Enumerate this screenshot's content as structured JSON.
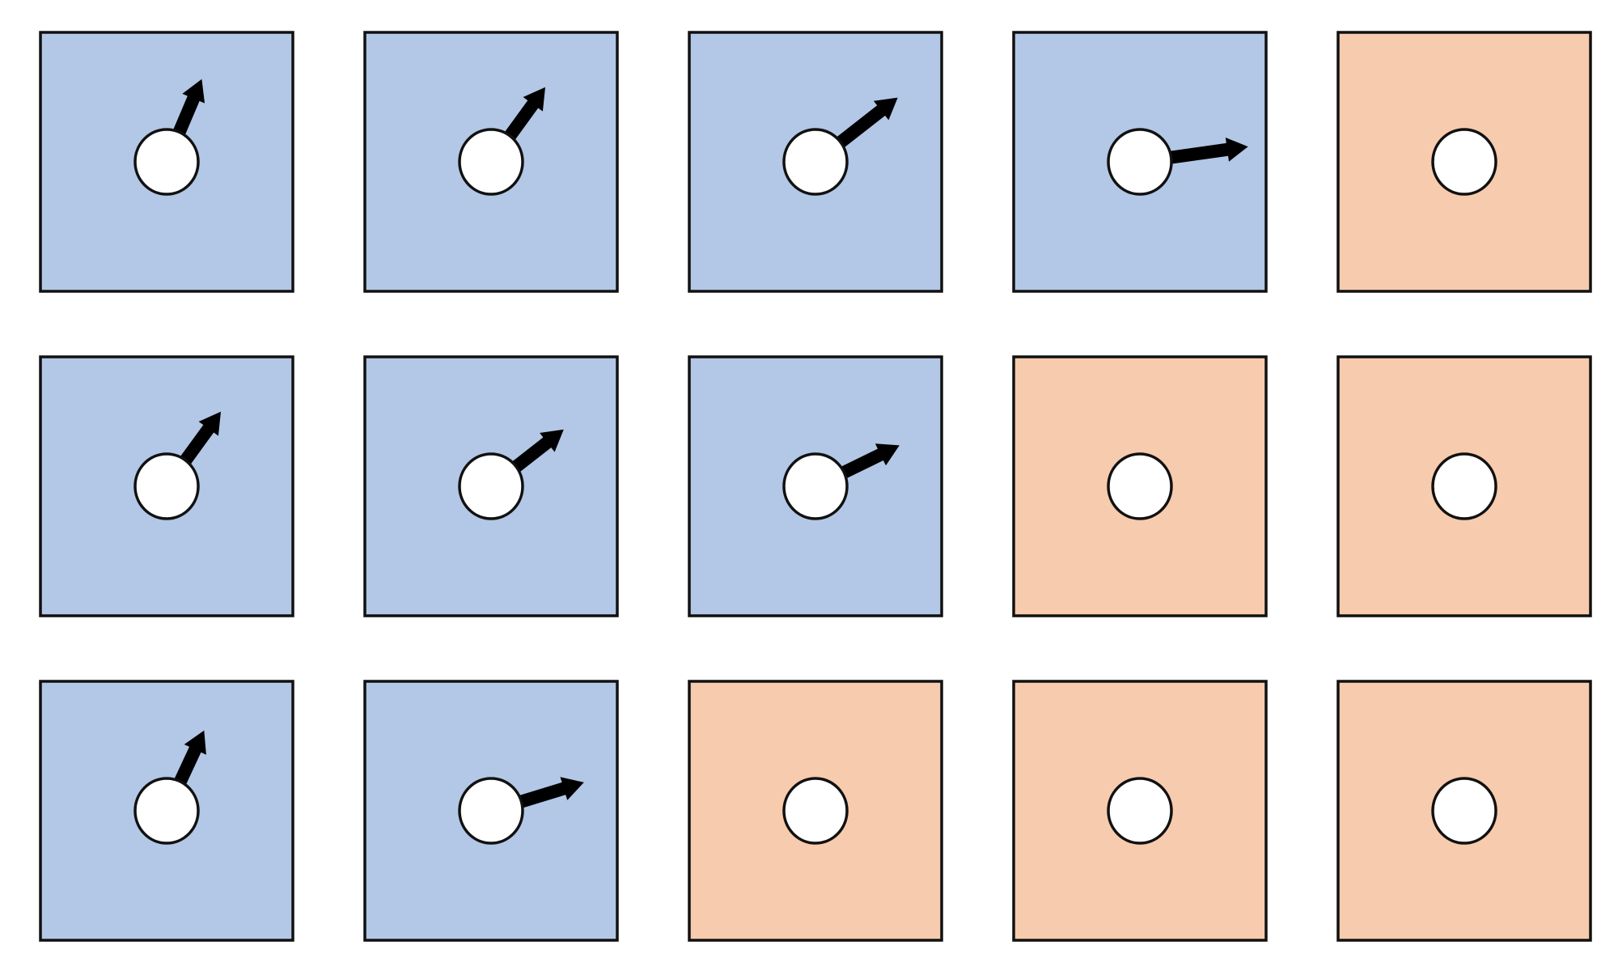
{
  "colors": {
    "tile_blue": "#b3c7e6",
    "tile_orange": "#f7cbad",
    "border": "#111111",
    "circle_fill": "#ffffff",
    "arrow": "#000000",
    "background": "#ffffff"
  },
  "grid": {
    "rows": 3,
    "cols": 5,
    "tiles": [
      [
        {
          "color": "blue",
          "arrow": {
            "angle_deg": 67,
            "strength": 0.74
          }
        },
        {
          "color": "blue",
          "arrow": {
            "angle_deg": 54,
            "strength": 0.76
          }
        },
        {
          "color": "blue",
          "arrow": {
            "angle_deg": 38,
            "strength": 0.86
          }
        },
        {
          "color": "blue",
          "arrow": {
            "angle_deg": 8,
            "strength": 0.9
          }
        },
        {
          "color": "orange",
          "arrow": null
        }
      ],
      [
        {
          "color": "blue",
          "arrow": {
            "angle_deg": 54,
            "strength": 0.76
          }
        },
        {
          "color": "blue",
          "arrow": {
            "angle_deg": 38,
            "strength": 0.76
          }
        },
        {
          "color": "blue",
          "arrow": {
            "angle_deg": 26,
            "strength": 0.77
          }
        },
        {
          "color": "orange",
          "arrow": null
        },
        {
          "color": "orange",
          "arrow": null
        }
      ],
      [
        {
          "color": "blue",
          "arrow": {
            "angle_deg": 65,
            "strength": 0.73
          }
        },
        {
          "color": "blue",
          "arrow": {
            "angle_deg": 17,
            "strength": 0.8
          }
        },
        {
          "color": "orange",
          "arrow": null
        },
        {
          "color": "orange",
          "arrow": null
        },
        {
          "color": "orange",
          "arrow": null
        }
      ]
    ]
  }
}
